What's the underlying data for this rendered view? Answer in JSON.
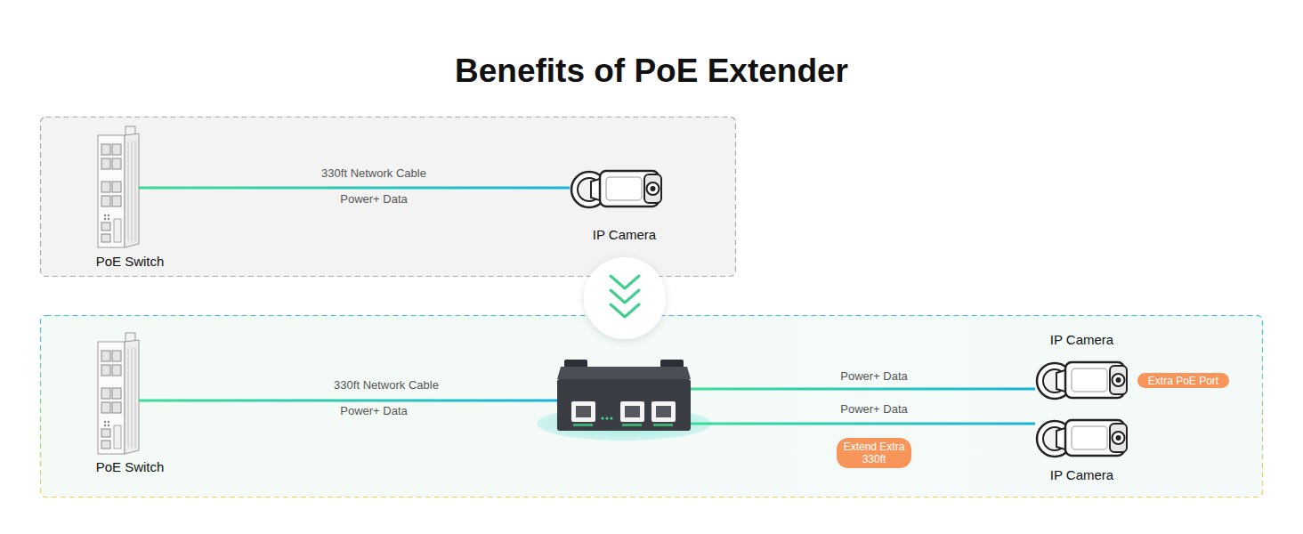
{
  "diagram": {
    "title": "Benefits of PoE Extender",
    "nodes": [
      {
        "text": [
          "PoE Switch"
        ]
      },
      {
        "text": [
          "IP Camera"
        ]
      },
      {
        "text": [
          "PoE Switch"
        ]
      },
      {
        "text": []
      },
      {
        "text": [
          "IP Camera"
        ]
      },
      {
        "text": [
          "Extra PoE Port"
        ]
      },
      {
        "text": [
          "Extend Extra 330ft"
        ]
      },
      {
        "text": [
          "IP Camera"
        ]
      }
    ],
    "edges": [
      {
        "from": 0,
        "to": 1,
        "arrow": "none",
        "label": "330ft Network Cable"
      },
      {
        "from": 2,
        "to": 3,
        "arrow": "none",
        "label": "330ft Network Cable"
      },
      {
        "from": 3,
        "to": 4,
        "arrow": "none",
        "label": "Power+ Data"
      },
      {
        "from": 3,
        "to": 7,
        "arrow": "none",
        "label": "Power+ Data"
      }
    ],
    "labels": [
      "Power+ Data",
      "Power+ Data"
    ]
  }
}
